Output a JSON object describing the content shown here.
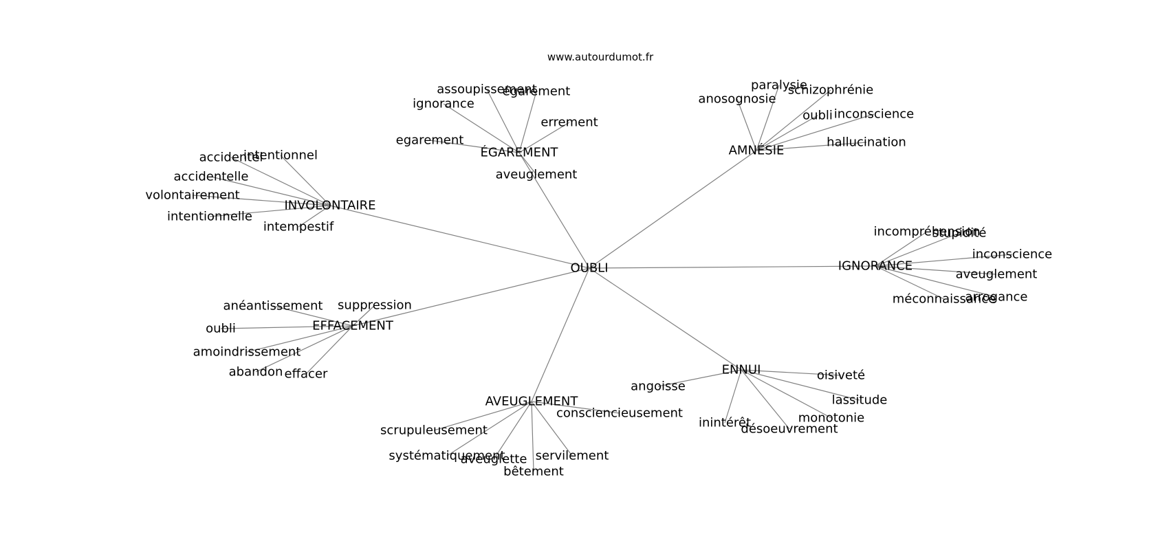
{
  "watermark": "www.autourdumot.fr",
  "center": "OUBLI",
  "groups": [
    {
      "label": "ÉGAREMENT",
      "leaves": [
        "assoupissement",
        "égarement",
        "ignorance",
        "errement",
        "egarement",
        "aveuglement"
      ]
    },
    {
      "label": "AMNÉSIE",
      "leaves": [
        "paralysie",
        "schizophrénie",
        "anosognosie",
        "oubli",
        "inconscience",
        "hallucination"
      ]
    },
    {
      "label": "INVOLONTAIRE",
      "leaves": [
        "accidentel",
        "intentionnel",
        "accidentelle",
        "volontairement",
        "intentionnelle",
        "intempestif"
      ]
    },
    {
      "label": "IGNORANCE",
      "leaves": [
        "incompréhension",
        "stupidité",
        "inconscience",
        "aveuglement",
        "arrogance",
        "méconnaissance"
      ]
    },
    {
      "label": "EFFACEMENT",
      "leaves": [
        "anéantissement",
        "suppression",
        "oubli",
        "amoindrissement",
        "abandon",
        "effacer"
      ]
    },
    {
      "label": "ENNUI",
      "leaves": [
        "angoisse",
        "oisiveté",
        "lassitude",
        "monotonie",
        "inintérêt",
        "désoeuvrement"
      ]
    },
    {
      "label": "AVEUGLEMENT",
      "leaves": [
        "consciencieusement",
        "scrupuleusement",
        "systématiquement",
        "aveuglette",
        "servilement",
        "bêtement"
      ]
    }
  ]
}
